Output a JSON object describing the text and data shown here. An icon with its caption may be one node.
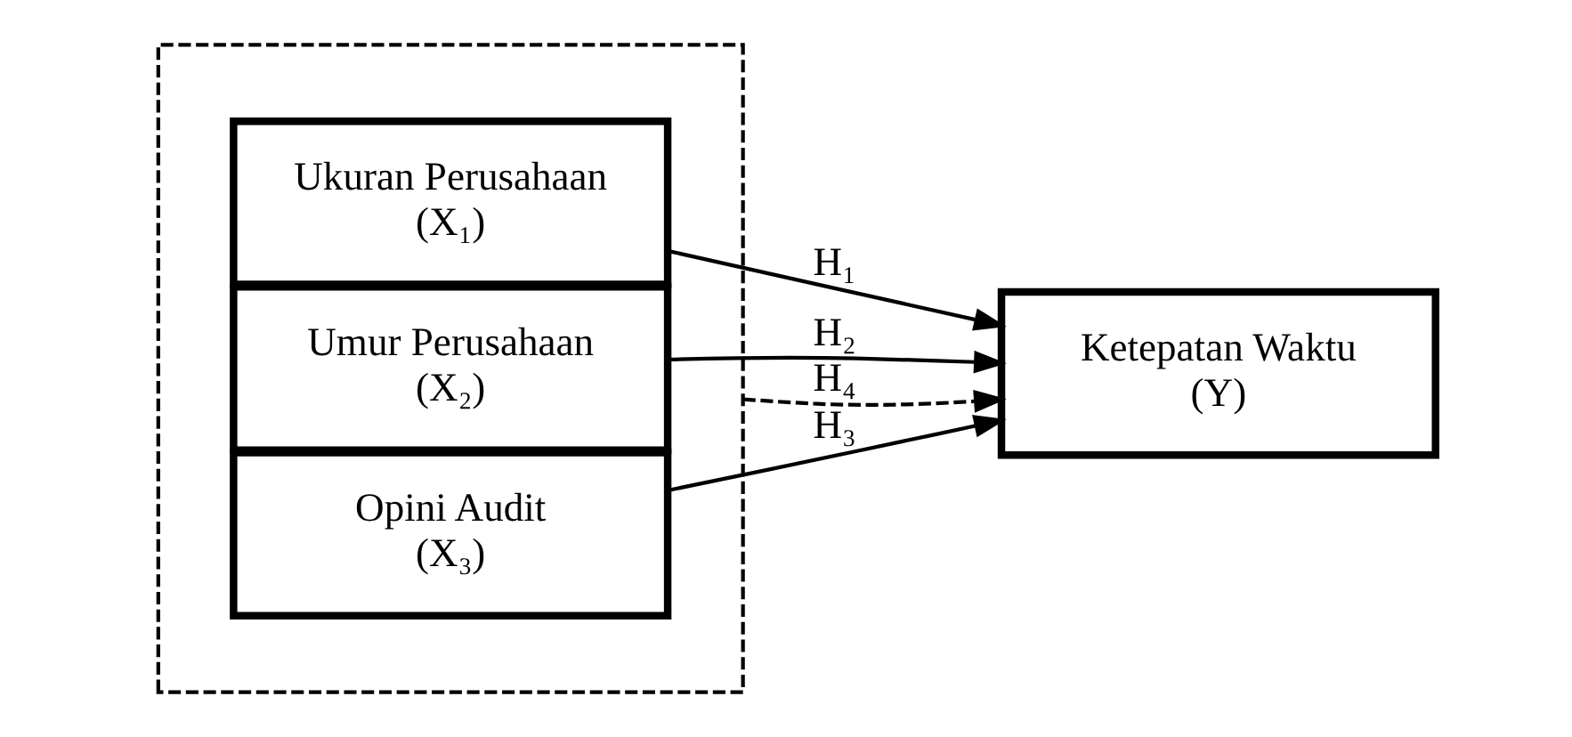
{
  "diagram": {
    "nodes": [
      {
        "text": [],
        "shape": "box"
      },
      {
        "text": [
          "Ukuran Perusahaan",
          "(X₁)"
        ],
        "in": 0
      },
      {
        "text": [
          "Umur Perusahaan",
          "(X₂)"
        ],
        "in": 0
      },
      {
        "text": [
          "Opini Audit",
          "(X₃)"
        ],
        "in": 0
      },
      {
        "text": [
          "Ketepatan Waktu",
          "(Y)"
        ]
      }
    ],
    "edges": [
      {
        "from": 1,
        "to": 4,
        "arrow": "to",
        "label": "H₁"
      },
      {
        "from": 2,
        "to": 4,
        "arrow": "to",
        "label": "H₂"
      },
      {
        "from": 3,
        "to": 4,
        "arrow": "to",
        "label": "H₃"
      },
      {
        "from": 0,
        "to": 4,
        "arrow": "to",
        "label": "H₄",
        "style": "dashed"
      }
    ]
  }
}
